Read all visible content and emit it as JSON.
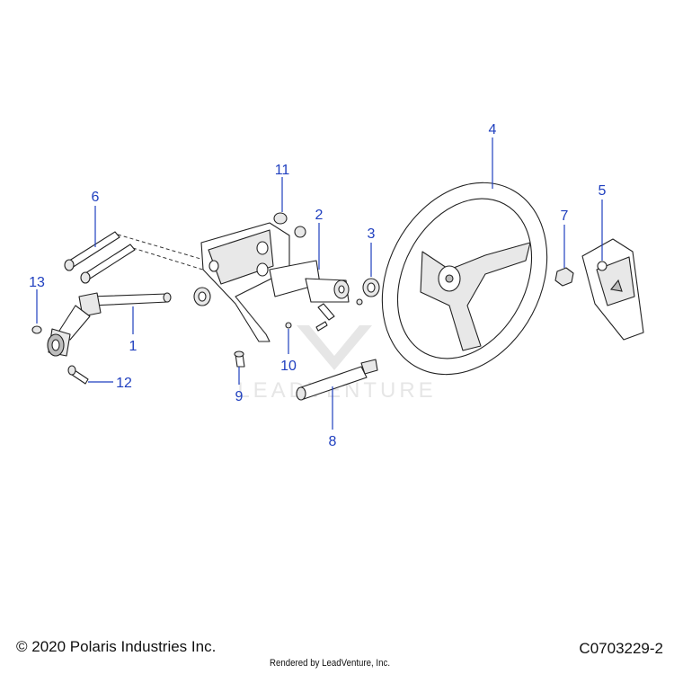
{
  "diagram": {
    "callouts": [
      "1",
      "2",
      "3",
      "4",
      "5",
      "6",
      "7",
      "8",
      "9",
      "10",
      "11",
      "12",
      "13"
    ],
    "callout_color": "#1f3fbf",
    "watermark_text": "LEADVENTURE"
  },
  "footer": {
    "copyright": "© 2020 Polaris Industries Inc.",
    "rendered_by": "Rendered by LeadVenture, Inc.",
    "diagram_code": "C0703229-2"
  }
}
